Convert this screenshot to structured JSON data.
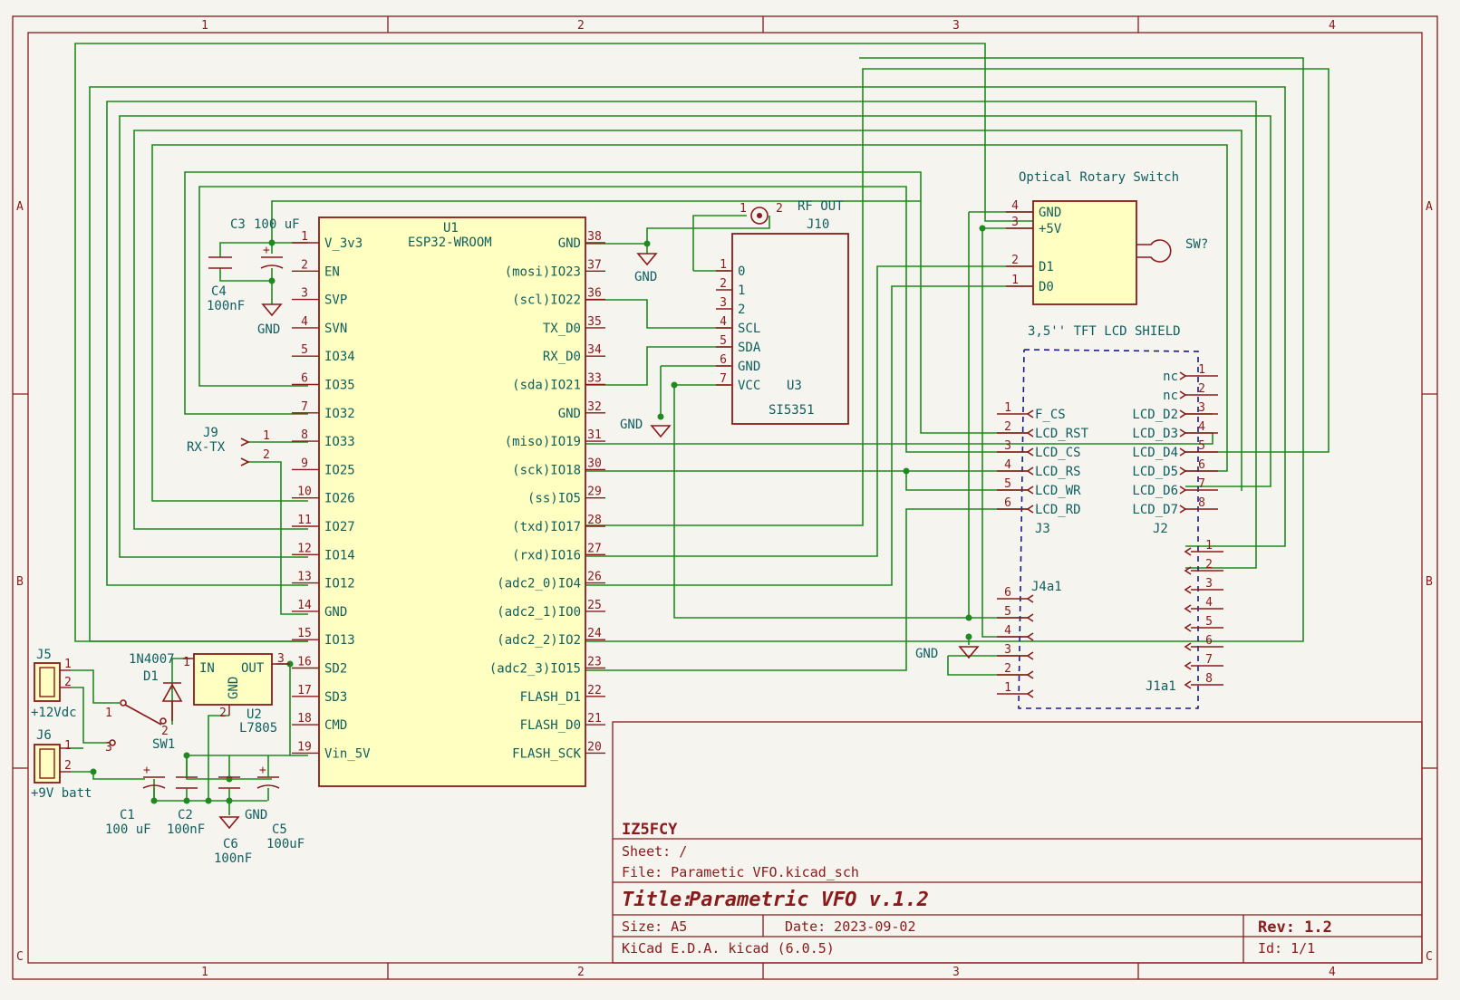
{
  "zones": {
    "cols": [
      "1",
      "2",
      "3",
      "4"
    ],
    "rows": [
      "A",
      "B",
      "C"
    ]
  },
  "u1": {
    "ref": "U1",
    "value": "ESP32-WROOM",
    "left": [
      {
        "num": "1",
        "name": "V_3v3"
      },
      {
        "num": "2",
        "name": "EN"
      },
      {
        "num": "3",
        "name": "SVP"
      },
      {
        "num": "4",
        "name": "SVN"
      },
      {
        "num": "5",
        "name": "IO34"
      },
      {
        "num": "6",
        "name": "IO35"
      },
      {
        "num": "7",
        "name": "IO32"
      },
      {
        "num": "8",
        "name": "IO33"
      },
      {
        "num": "9",
        "name": "IO25"
      },
      {
        "num": "10",
        "name": "IO26"
      },
      {
        "num": "11",
        "name": "IO27"
      },
      {
        "num": "12",
        "name": "IO14"
      },
      {
        "num": "13",
        "name": "IO12"
      },
      {
        "num": "14",
        "name": "GND"
      },
      {
        "num": "15",
        "name": "IO13"
      },
      {
        "num": "16",
        "name": "SD2"
      },
      {
        "num": "17",
        "name": "SD3"
      },
      {
        "num": "18",
        "name": "CMD"
      },
      {
        "num": "19",
        "name": "Vin_5V"
      }
    ],
    "right": [
      {
        "num": "38",
        "name": "GND"
      },
      {
        "num": "37",
        "name": "(mosi)IO23"
      },
      {
        "num": "36",
        "name": "(scl)IO22"
      },
      {
        "num": "35",
        "name": "TX_D0"
      },
      {
        "num": "34",
        "name": "RX_D0"
      },
      {
        "num": "33",
        "name": "(sda)IO21"
      },
      {
        "num": "32",
        "name": "GND"
      },
      {
        "num": "31",
        "name": "(miso)IO19"
      },
      {
        "num": "30",
        "name": "(sck)IO18"
      },
      {
        "num": "29",
        "name": "(ss)IO5"
      },
      {
        "num": "28",
        "name": "(txd)IO17"
      },
      {
        "num": "27",
        "name": "(rxd)IO16"
      },
      {
        "num": "26",
        "name": "(adc2_0)IO4"
      },
      {
        "num": "25",
        "name": "(adc2_1)IO0"
      },
      {
        "num": "24",
        "name": "(adc2_2)IO2"
      },
      {
        "num": "23",
        "name": "(adc2_3)IO15"
      },
      {
        "num": "22",
        "name": "FLASH_D1"
      },
      {
        "num": "21",
        "name": "FLASH_D0"
      },
      {
        "num": "20",
        "name": "FLASH_SCK"
      }
    ]
  },
  "u3": {
    "ref": "U3",
    "value": "SI5351",
    "pins": [
      {
        "num": "1",
        "name": "0"
      },
      {
        "num": "2",
        "name": "1"
      },
      {
        "num": "3",
        "name": "2"
      },
      {
        "num": "4",
        "name": "SCL"
      },
      {
        "num": "5",
        "name": "SDA"
      },
      {
        "num": "6",
        "name": "GND"
      },
      {
        "num": "7",
        "name": "VCC"
      }
    ]
  },
  "j10": {
    "ref": "J10",
    "value": "RF OUT",
    "pin1": "1",
    "pin2": "2"
  },
  "rotary": {
    "title": "Optical Rotary Switch",
    "ref": "SW?",
    "pins": [
      {
        "num": "4",
        "name": "GND"
      },
      {
        "num": "3",
        "name": "+5V"
      },
      {
        "num": "2",
        "name": "D1"
      },
      {
        "num": "1",
        "name": "D0"
      }
    ]
  },
  "lcd": {
    "title": "3,5'' TFT LCD SHIELD",
    "j3": {
      "ref": "J3",
      "pins": [
        {
          "num": "1",
          "name": "F_CS"
        },
        {
          "num": "2",
          "name": "LCD_RST"
        },
        {
          "num": "3",
          "name": "LCD_CS"
        },
        {
          "num": "4",
          "name": "LCD_RS"
        },
        {
          "num": "5",
          "name": "LCD_WR"
        },
        {
          "num": "6",
          "name": "LCD_RD"
        }
      ]
    },
    "j2": {
      "ref": "J2",
      "pins": [
        {
          "num": "1",
          "name": "nc"
        },
        {
          "num": "2",
          "name": "nc"
        },
        {
          "num": "3",
          "name": "LCD_D2"
        },
        {
          "num": "4",
          "name": "LCD_D3"
        },
        {
          "num": "5",
          "name": "LCD_D4"
        },
        {
          "num": "6",
          "name": "LCD_D5"
        },
        {
          "num": "7",
          "name": "LCD_D6"
        },
        {
          "num": "8",
          "name": "LCD_D7"
        }
      ]
    },
    "j4": {
      "ref": "J4a1",
      "pins": [
        "6",
        "5",
        "4",
        "3",
        "2",
        "1"
      ]
    },
    "j1": {
      "ref": "J1a1",
      "pins": [
        "1",
        "2",
        "3",
        "4",
        "5",
        "6",
        "7",
        "8"
      ]
    }
  },
  "parts": {
    "c3": {
      "ref": "C3",
      "value": "100 uF"
    },
    "c4": {
      "ref": "C4",
      "value": "100nF"
    },
    "j9": {
      "ref": "J9",
      "value": "RX-TX",
      "p1": "1",
      "p2": "2"
    },
    "d1": {
      "ref": "D1",
      "value": "1N4007"
    },
    "u2": {
      "ref": "U2",
      "value": "L7805",
      "in": "IN",
      "out": "OUT",
      "gnd": "GND",
      "p1": "1",
      "p2": "2",
      "p3": "3"
    },
    "j5": {
      "ref": "J5",
      "value": "+12Vdc",
      "p1": "1",
      "p2": "2"
    },
    "j6": {
      "ref": "J6",
      "value": "+9V batt",
      "p1": "1",
      "p2": "2"
    },
    "sw1": {
      "ref": "SW1",
      "p1": "1",
      "p2": "2",
      "p3": "3"
    },
    "c1": {
      "ref": "C1",
      "value": "100 uF"
    },
    "c2": {
      "ref": "C2",
      "value": "100nF"
    },
    "c6": {
      "ref": "C6",
      "value": "100nF"
    },
    "c5": {
      "ref": "C5",
      "value": "100uF"
    }
  },
  "gnd_label": "GND",
  "title_block": {
    "company": "IZ5FCY",
    "sheet": "Sheet: /",
    "file": "File: Parametic VFO.kicad_sch",
    "title_label": "Title:",
    "title": "Parametric VFO v.1.2",
    "size": "Size: A5",
    "date": "Date: 2023-09-02",
    "rev": "Rev: 1.2",
    "tool": "KiCad E.D.A.  kicad (6.0.5)",
    "id": "Id: 1/1"
  },
  "colors": {
    "frame": "#8b1a1a",
    "wire": "#1f8a1f",
    "body": "#ffffc2",
    "text": "#0f5f5f",
    "bg": "#f5f4ef"
  }
}
